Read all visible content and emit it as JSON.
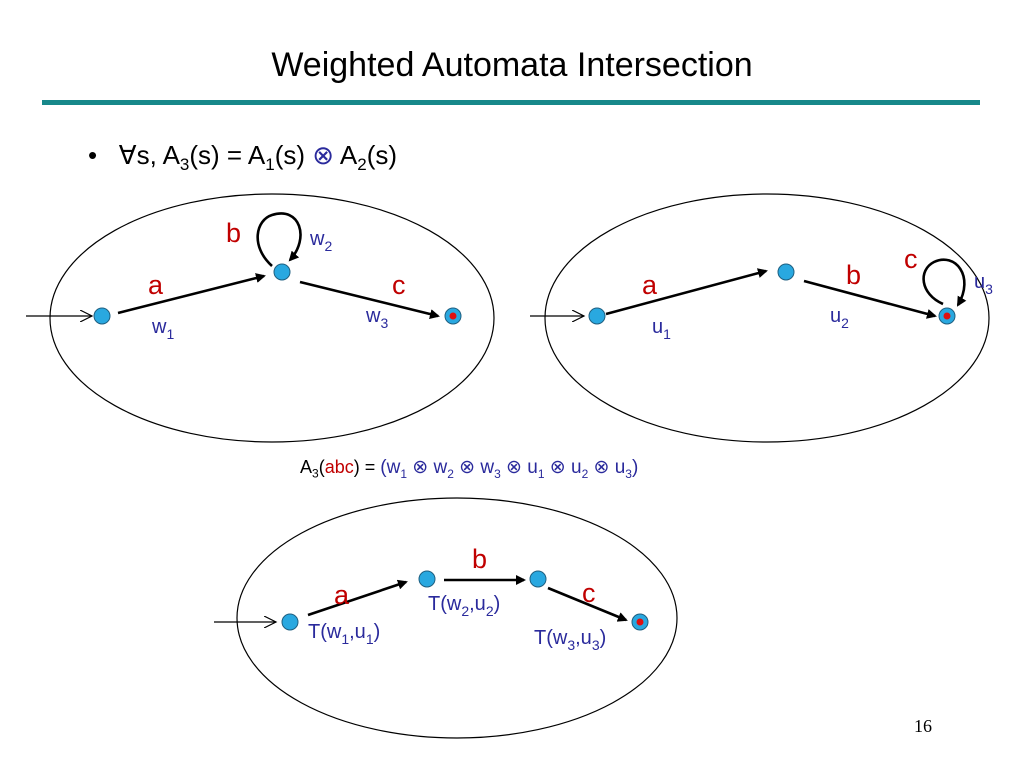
{
  "title": "Weighted Automata Intersection",
  "bullet": {
    "symbol": "•",
    "forall": "∀s, A",
    "sub3": "3",
    "mid1": "(s) = A",
    "sub1": "1",
    "mid2": "(s)",
    "otimes": "⊗",
    "a2": "A",
    "sub2": "2",
    "end": "(s)"
  },
  "automaton1": {
    "edge_a": "a",
    "edge_b": "b",
    "edge_c": "c",
    "w1": "w",
    "w1_sub": "1",
    "w2": "w",
    "w2_sub": "2",
    "w3": "w",
    "w3_sub": "3"
  },
  "automaton2": {
    "edge_a": "a",
    "edge_b": "b",
    "edge_c": "c",
    "u1": "u",
    "u1_sub": "1",
    "u2": "u",
    "u2_sub": "2",
    "u3": "u",
    "u3_sub": "3"
  },
  "formula": {
    "lhs": "A",
    "lhs_sub": "3",
    "open": "(",
    "word": "abc",
    "close": ") = ",
    "rhs": {
      "p_open": "(w",
      "s1": "1",
      "t1": " ⊗ w",
      "s2": "2",
      "t2": " ⊗ w",
      "s3": "3",
      "t3": " ⊗ u",
      "s4": "1",
      "t4": " ⊗ u",
      "s5": "2",
      "t5": " ⊗ u",
      "s6": "3",
      "p_close": ")"
    }
  },
  "automaton3": {
    "edge_a": "a",
    "edge_b": "b",
    "edge_c": "c",
    "t1": "T(w",
    "t1_s1": "1",
    "t1_mid": ",u",
    "t1_s2": "1",
    "t1_end": ")",
    "t2": "T(w",
    "t2_s1": "2",
    "t2_mid": ",u",
    "t2_s2": "2",
    "t2_end": ")",
    "t3": "T(w",
    "t3_s1": "3",
    "t3_mid": ",u",
    "t3_s2": "3",
    "t3_end": ")"
  },
  "page_number": "16",
  "colors": {
    "rule": "#17888a",
    "state_fill": "#29a8e0",
    "final_dot": "#e01010",
    "label_red": "#c00000",
    "label_blue": "#2a2a9c"
  }
}
